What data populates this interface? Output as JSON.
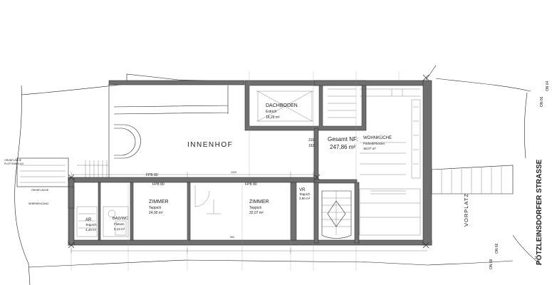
{
  "rooms": {
    "dachboden": {
      "name": "DACHBODEN",
      "floor": "Estrich",
      "area": "18,29 m²"
    },
    "innenhof": {
      "name": "INNENHOF"
    },
    "gesamt": {
      "label": "Gesamt NF:",
      "area": "247,86 m²"
    },
    "wohnkueche": {
      "name": "WOHNKÜCHE",
      "floor": "Parkett/Fliesen",
      "area": "36,07 m²"
    },
    "zimmer1": {
      "name": "ZIMMER",
      "floor": "Teppich",
      "area": "24,90 m²"
    },
    "zimmer2": {
      "name": "ZIMMER",
      "floor": "Teppich",
      "area": "32,07 m²"
    },
    "ar": {
      "name": "AR",
      "floor": "Teppich",
      "area": "4,49 m²"
    },
    "bad": {
      "name": "BAD/WC",
      "floor": "Fliesen",
      "area": "5,13 m²"
    },
    "vr": {
      "name": "VR",
      "floor": "Teppich",
      "area": "3,90 m²"
    },
    "vorplatz": {
      "name": "VORPLATZ"
    }
  },
  "street": {
    "name": "PÖTZLEINSDORFER STRASSE"
  },
  "labels": {
    "gruenflaeche": "GRÜNFLÄCHE",
    "plattenbelag": "PLATTENBELAG",
    "nebeneingang": "NEBENEINGANG",
    "fpb1": "FPB 80",
    "fpb2": "FPB 80",
    "fpb3": "FPB 80",
    "num1": "315",
    "num2": "162",
    "on1": "ON 66",
    "on2": "ON 64",
    "on3": "ON 68",
    "on4": "ON 66",
    "dim1": "1029",
    "dim2": "900"
  }
}
